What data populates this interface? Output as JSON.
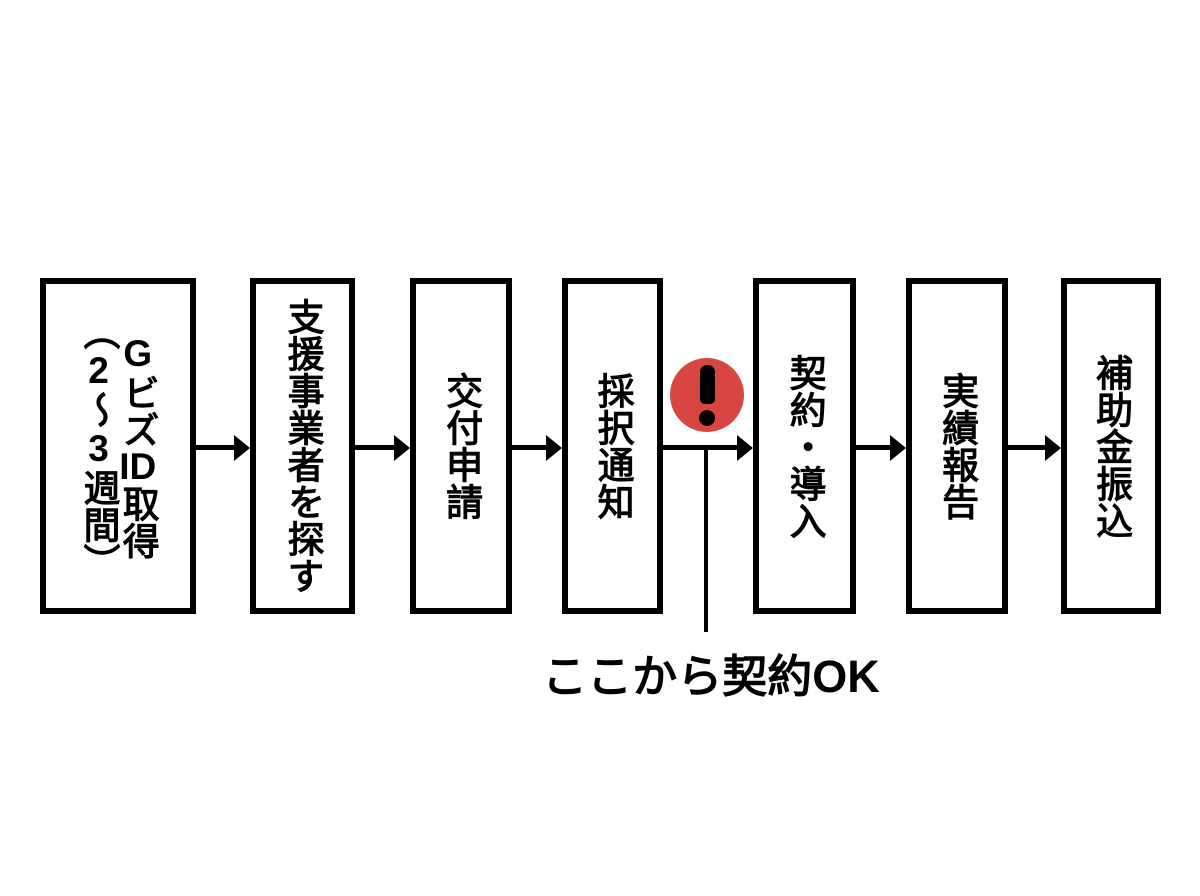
{
  "page": {
    "background_color": "#ffffff",
    "box_border_color": "#000000",
    "text_color": "#000000"
  },
  "diagram": {
    "type": "flowchart",
    "direction": "left-to-right",
    "steps": [
      {
        "name": "gbiz-id-acquisition",
        "label": "GビズID取得（2〜3週間）",
        "parts": {
          "pre": "Gビズ",
          "latin": "ID",
          "post": "取得",
          "duration": "（2〜3週間）"
        }
      },
      {
        "name": "find-support-vendor",
        "label": "支援事業者を探す"
      },
      {
        "name": "grant-application",
        "label": "交付申請"
      },
      {
        "name": "adoption-notice",
        "label": "採択通知"
      },
      {
        "name": "contract-and-deployment",
        "label": "契約・導入"
      },
      {
        "name": "performance-report",
        "label": "実績報告"
      },
      {
        "name": "subsidy-payment",
        "label": "補助金振込"
      }
    ],
    "callout": {
      "icon": "exclamation-icon",
      "icon_color": "#d84641",
      "icon_glyph": "!",
      "label": "ここから契約OK"
    }
  }
}
